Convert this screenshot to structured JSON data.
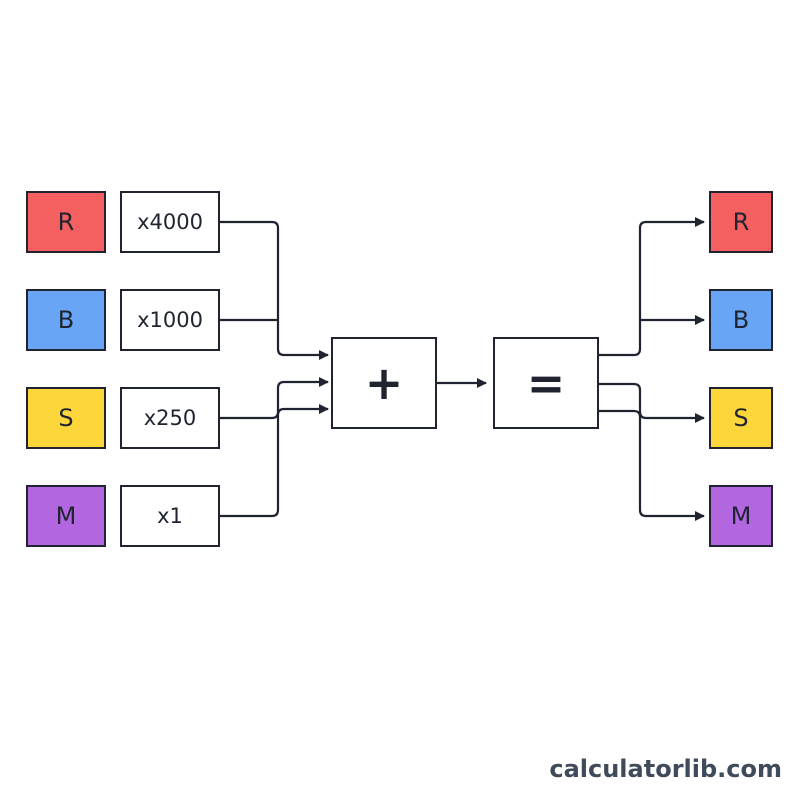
{
  "inputs": [
    {
      "letter": "R",
      "multiplier": "x4000",
      "color": "#f4605f"
    },
    {
      "letter": "B",
      "multiplier": "x1000",
      "color": "#68a5f4"
    },
    {
      "letter": "S",
      "multiplier": "x250",
      "color": "#fcd63a"
    },
    {
      "letter": "M",
      "multiplier": "x1",
      "color": "#b266e0"
    }
  ],
  "operators": {
    "sum": "+",
    "equals": "="
  },
  "outputs": [
    {
      "letter": "R",
      "color": "#f4605f"
    },
    {
      "letter": "B",
      "color": "#68a5f4"
    },
    {
      "letter": "S",
      "color": "#fcd63a"
    },
    {
      "letter": "M",
      "color": "#b266e0"
    }
  ],
  "watermark": "calculatorlib.com",
  "colors": {
    "line": "#1f2430",
    "box_border": "#1f2430",
    "watermark": "#3f4a5a"
  }
}
